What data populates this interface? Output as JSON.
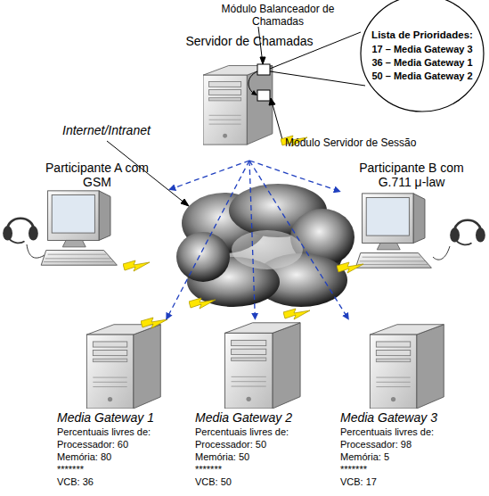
{
  "diagram": {
    "nodes": [
      {
        "text": [
          "Servidor de Chamadas"
        ]
      },
      {
        "text": [
          "Lista de Prioridades:",
          "17 – Media Gateway 3",
          "36 – Media Gateway 1",
          "50 – Media Gateway 2"
        ]
      },
      {
        "text": [
          "Participante A com GSM"
        ]
      },
      {
        "text": [
          "Participante B com G.711 μ-law"
        ]
      },
      {
        "text": [
          "Media Gateway 1",
          "Percentuais livres de:",
          "Processador: 60",
          "Memória: 80",
          "*******",
          "VCB: 36"
        ]
      },
      {
        "text": [
          "Media Gateway 2",
          "Percentuais livres de:",
          "Processador: 50",
          "Memória: 50",
          "*******",
          "VCB: 50"
        ]
      },
      {
        "text": [
          "Media Gateway 3",
          "Percentuais livres de:",
          "Processador: 98",
          "Memória: 5",
          "*******",
          "VCB: 17"
        ]
      }
    ],
    "edges": [
      {
        "from": 0,
        "to": 2,
        "arrow": "to"
      },
      {
        "from": 0,
        "to": 3,
        "arrow": "to"
      },
      {
        "from": 0,
        "to": 4,
        "arrow": "to"
      },
      {
        "from": 0,
        "to": 5,
        "arrow": "to"
      },
      {
        "from": 0,
        "to": 6,
        "arrow": "to"
      }
    ],
    "labels": [
      "Módulo Balanceador de Chamadas",
      "Módulo Servidor de Sessão",
      "Internet/Intranet"
    ]
  }
}
